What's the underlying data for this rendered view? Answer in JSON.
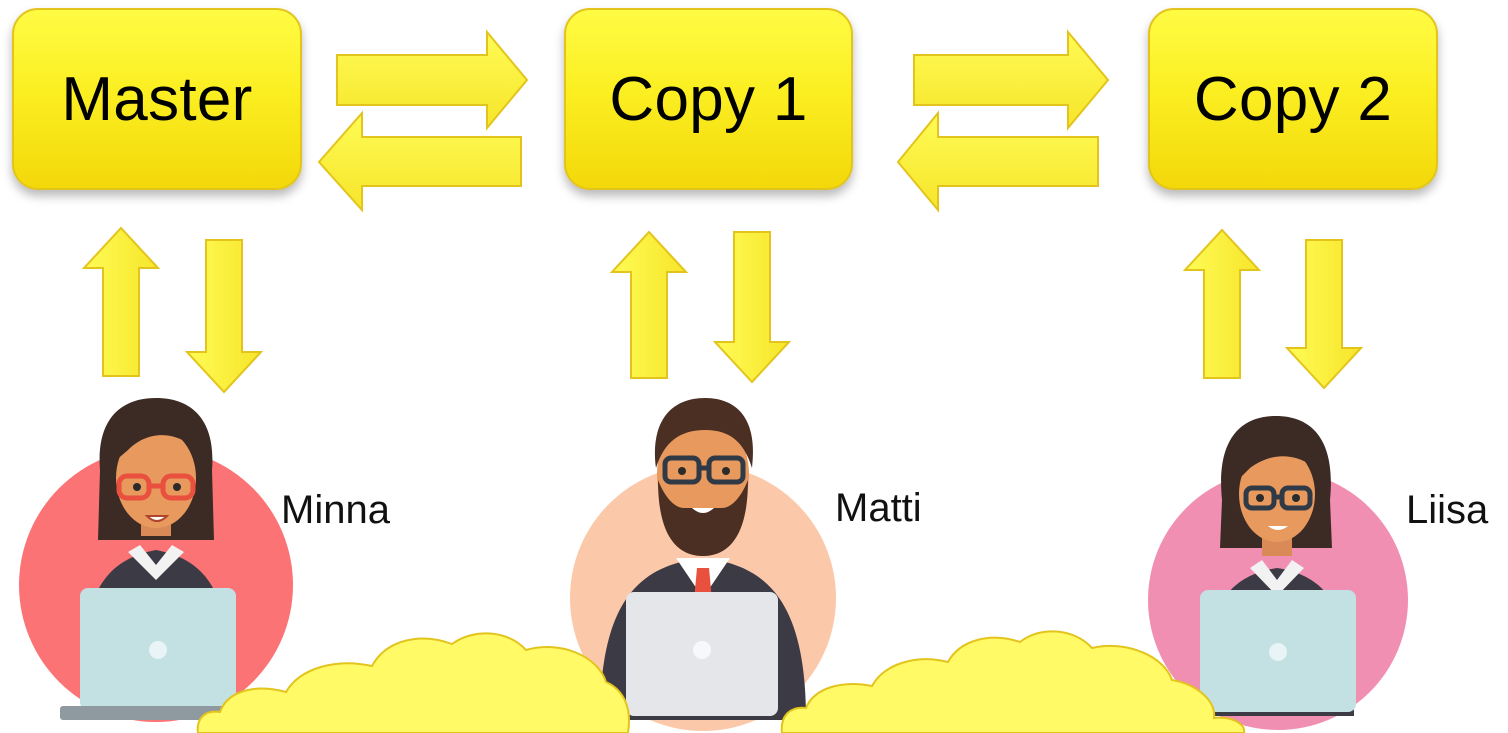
{
  "nodes": [
    {
      "label": "Master"
    },
    {
      "label": "Copy 1"
    },
    {
      "label": "Copy 2"
    }
  ],
  "people": [
    {
      "name": "Minna",
      "circle_color": "#fb7375"
    },
    {
      "name": "Matti",
      "circle_color": "#fbc9aa"
    },
    {
      "name": "Liisa",
      "circle_color": "#f18fb2"
    }
  ],
  "colors": {
    "arrow_fill": "#fff24a",
    "arrow_stroke": "#e3c41c",
    "node_fill": "#fbef22",
    "cloud_fill": "#fffa66",
    "laptop": "#c3e1e3",
    "suit": "#3b3a45"
  }
}
